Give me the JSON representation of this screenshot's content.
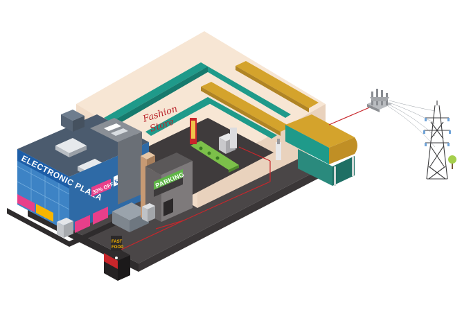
{
  "signs": {
    "plaza": "ELECTRONIC PLAZA",
    "sale_30": "30% OFF",
    "sale_50": "50% OFF",
    "fashion_line1": "Fashion",
    "fashion_line2": "Store",
    "parking": "PARKING",
    "food_line1": "FAST",
    "food_line2": "FOOD"
  },
  "colors": {
    "power_line": "#c8262b",
    "teal_accent": "#1f9a8a",
    "gold_accent": "#d4a32c",
    "roof_cream": "#f7e6d4",
    "ground": "#4a4647",
    "glass_blue": "#3d83c5"
  }
}
